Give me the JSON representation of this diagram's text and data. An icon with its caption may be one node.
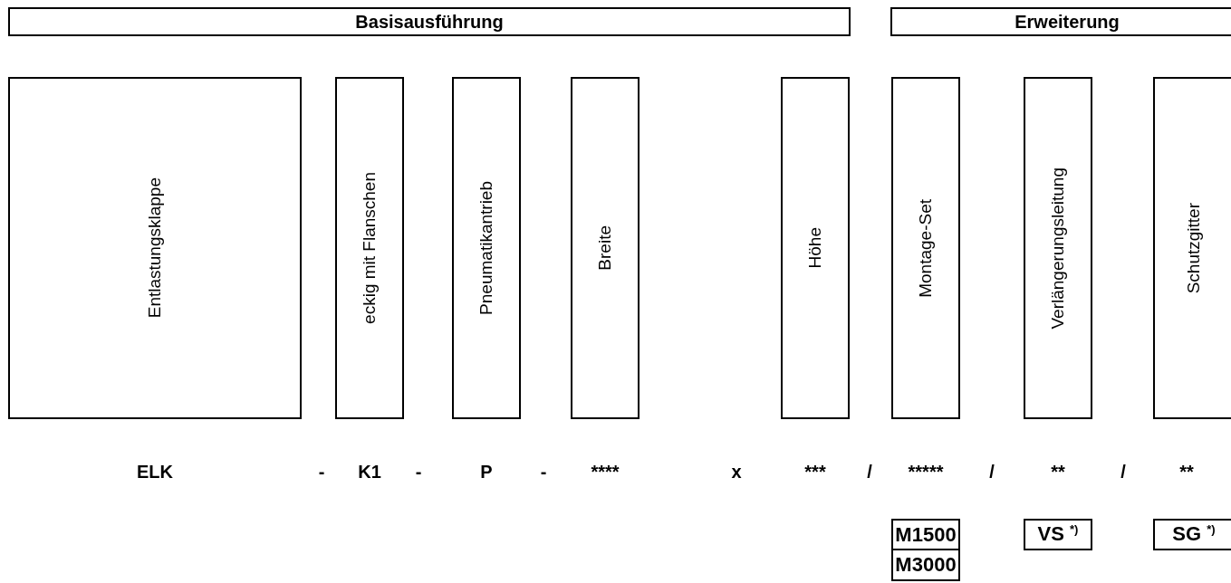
{
  "diagram": {
    "nodes": [
      {
        "text": [
          "Basisausführung"
        ]
      },
      {
        "text": [
          "Erweiterung"
        ]
      },
      {
        "text": [
          "Entlastungsklappe"
        ]
      },
      {
        "text": [
          "eckig mit Flanschen"
        ]
      },
      {
        "text": [
          "Pneumatikantrieb"
        ]
      },
      {
        "text": [
          "Breite"
        ]
      },
      {
        "text": [
          "Höhe"
        ]
      },
      {
        "text": [
          "Montage-Set"
        ]
      },
      {
        "text": [
          "Verlängerungsleitung"
        ]
      },
      {
        "text": [
          "Schutzgitter"
        ]
      },
      {
        "text": [
          "M1500"
        ]
      },
      {
        "text": [
          "M3000"
        ]
      },
      {
        "text": [
          "VS $^{*)}$"
        ]
      },
      {
        "text": [
          "SG $^{*)}$"
        ]
      }
    ],
    "labels": [
      "ELK",
      "-",
      "K1",
      "-",
      "P",
      "-",
      "****",
      "x",
      "***",
      "/",
      "*****",
      "/",
      "**",
      "/",
      "**"
    ]
  }
}
